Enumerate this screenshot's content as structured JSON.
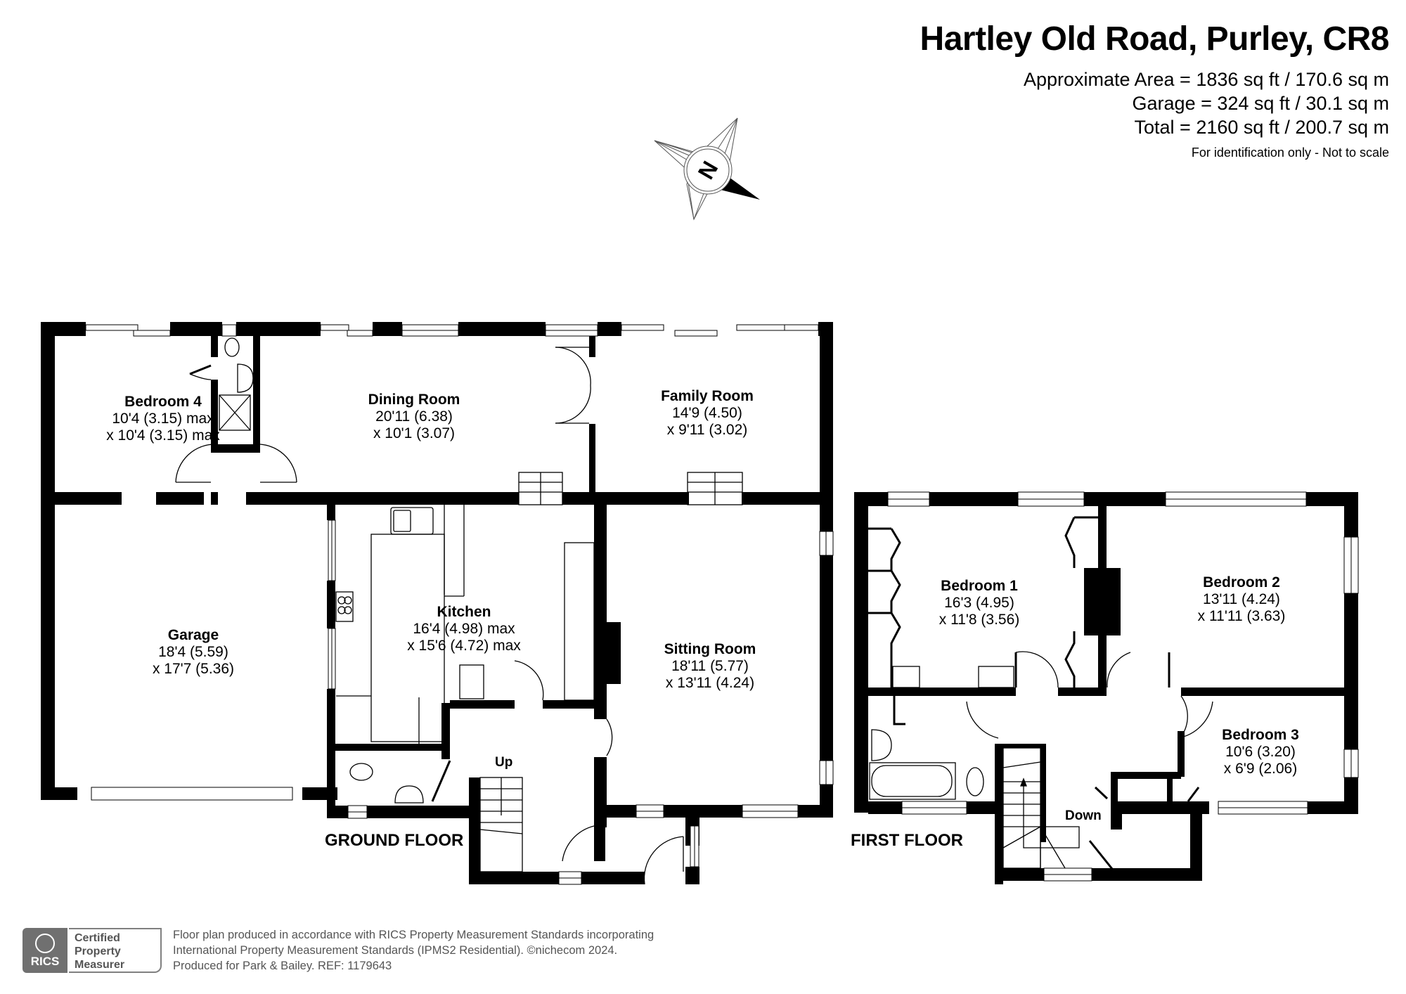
{
  "header": {
    "title": "Hartley Old Road, Purley, CR8",
    "approximate_area": "Approximate Area = 1836 sq ft / 170.6 sq m",
    "garage_area": "Garage = 324 sq ft / 30.1 sq m",
    "total_area": "Total = 2160 sq ft / 200.7 sq m",
    "disclaimer": "For identification only - Not to scale"
  },
  "compass": {
    "icon": "north-arrow-compass-icon",
    "label": "N"
  },
  "ground_floor": {
    "label": "GROUND FLOOR",
    "stairs_label": "Up",
    "rooms": [
      {
        "name": "Bedroom 4",
        "dim1": "10'4 (3.15) max",
        "dim2": "x 10'4 (3.15) max"
      },
      {
        "name": "Dining Room",
        "dim1": "20'11 (6.38)",
        "dim2": "x 10'1 (3.07)"
      },
      {
        "name": "Family Room",
        "dim1": "14'9 (4.50)",
        "dim2": "x 9'11 (3.02)"
      },
      {
        "name": "Garage",
        "dim1": "18'4 (5.59)",
        "dim2": "x 17'7 (5.36)"
      },
      {
        "name": "Kitchen",
        "dim1": "16'4 (4.98) max",
        "dim2": "x 15'6 (4.72) max"
      },
      {
        "name": "Sitting Room",
        "dim1": "18'11 (5.77)",
        "dim2": "x 13'11 (4.24)"
      }
    ]
  },
  "first_floor": {
    "label": "FIRST FLOOR",
    "stairs_label": "Down",
    "rooms": [
      {
        "name": "Bedroom 1",
        "dim1": "16'3 (4.95)",
        "dim2": "x 11'8 (3.56)"
      },
      {
        "name": "Bedroom 2",
        "dim1": "13'11 (4.24)",
        "dim2": "x 11'11 (3.63)"
      },
      {
        "name": "Bedroom 3",
        "dim1": "10'6 (3.20)",
        "dim2": "x 6'9 (2.06)"
      }
    ]
  },
  "footer": {
    "badge": {
      "org": "RICS",
      "line1": "Certified",
      "line2": "Property",
      "line3": "Measurer"
    },
    "line1": "Floor plan produced in accordance with RICS Property Measurement Standards incorporating",
    "line2": "International Property Measurement Standards (IPMS2 Residential).   ©nichecom 2024.",
    "line3": "Produced for Park & Bailey.   REF:  1179643"
  },
  "colors": {
    "wall": "#000000",
    "background": "#ffffff",
    "footer_grey": "#707070"
  }
}
